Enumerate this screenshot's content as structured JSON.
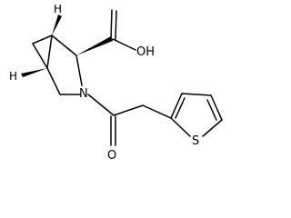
{
  "molecule": {
    "atom_labels": {
      "acid_group": "OH",
      "ring_nitrogen": "N",
      "carbonyl_oxygen": "O",
      "thiophene_sulfur": "S",
      "stereo_h_top": "H",
      "stereo_h_bottom": "H"
    }
  }
}
